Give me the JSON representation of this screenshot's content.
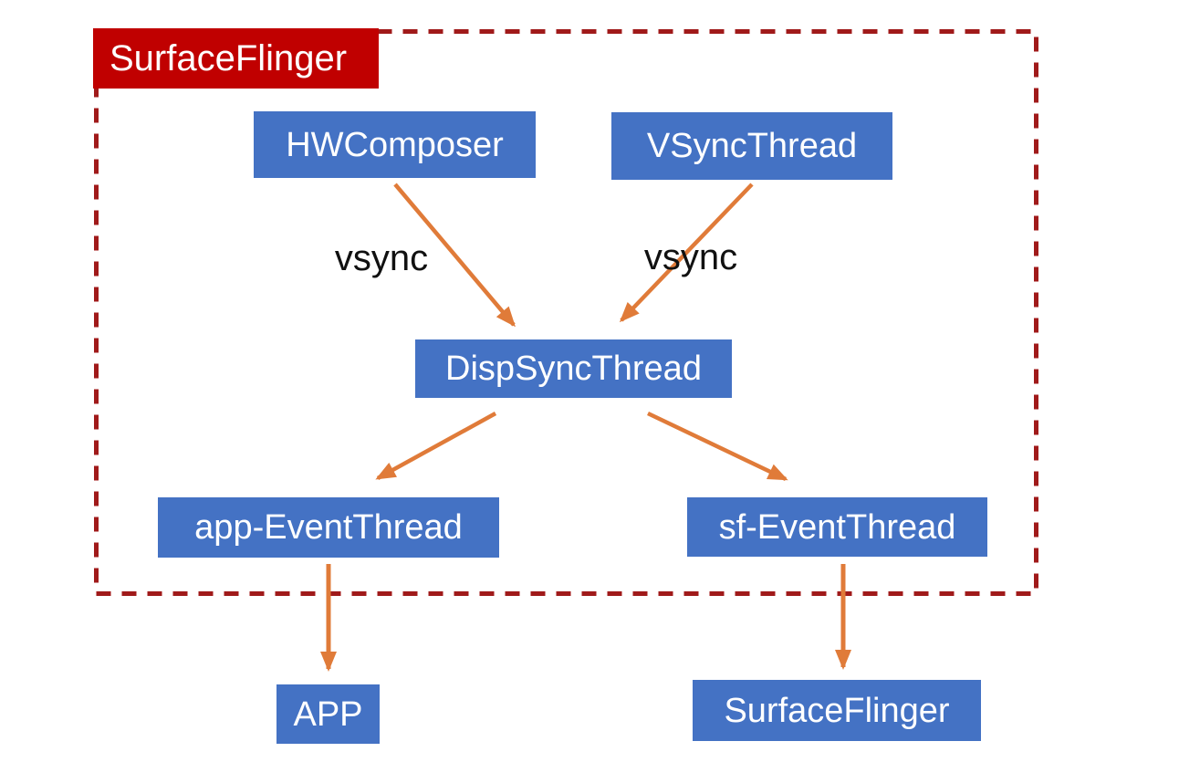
{
  "diagram": {
    "container_label": "SurfaceFlinger",
    "nodes": {
      "hwcomposer": {
        "label": "HWComposer"
      },
      "vsyncthread": {
        "label": "VSyncThread"
      },
      "dispsyncthread": {
        "label": "DispSyncThread"
      },
      "app_eventthread": {
        "label": "app-EventThread"
      },
      "sf_eventthread": {
        "label": "sf-EventThread"
      },
      "app": {
        "label": "APP"
      },
      "surfaceflinger": {
        "label": "SurfaceFlinger"
      }
    },
    "edge_labels": {
      "left": "vsync",
      "right": "vsync"
    },
    "edges": [
      {
        "from": "HWComposer",
        "to": "DispSyncThread",
        "label": "vsync"
      },
      {
        "from": "VSyncThread",
        "to": "DispSyncThread",
        "label": "vsync"
      },
      {
        "from": "DispSyncThread",
        "to": "app-EventThread",
        "label": ""
      },
      {
        "from": "DispSyncThread",
        "to": "sf-EventThread",
        "label": ""
      },
      {
        "from": "app-EventThread",
        "to": "APP",
        "label": ""
      },
      {
        "from": "sf-EventThread",
        "to": "SurfaceFlinger",
        "label": ""
      }
    ],
    "colors": {
      "node_fill": "#4472C4",
      "node_text": "#FFFFFF",
      "container_label_fill": "#C00000",
      "container_border": "#A01A1A",
      "arrow": "#E07B39",
      "edge_label_text": "#111111",
      "background": "#FFFFFF"
    }
  }
}
